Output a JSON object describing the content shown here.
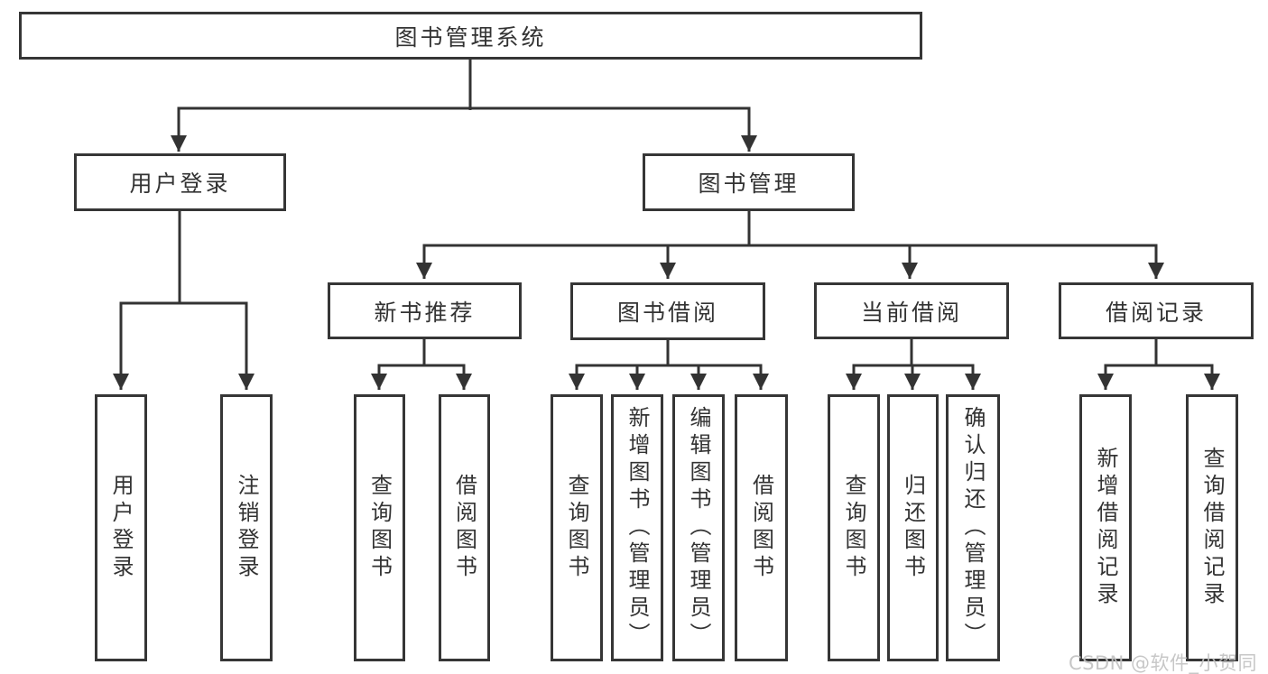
{
  "colors": {
    "line": "#333333",
    "box_border": "#363636",
    "box_fill": "#ffffff",
    "text": "#333333",
    "watermark": "#c3c3c3",
    "background": "#ffffff"
  },
  "watermark": {
    "text": "CSDN @软件_小贺同学"
  },
  "tree": {
    "label": "图书管理系统",
    "children": [
      {
        "label": "用户登录",
        "children": [
          {
            "label": "用户登录"
          },
          {
            "label": "注销登录"
          }
        ]
      },
      {
        "label": "图书管理",
        "children": [
          {
            "label": "新书推荐",
            "children": [
              {
                "label": "查询图书"
              },
              {
                "label": "借阅图书"
              }
            ]
          },
          {
            "label": "图书借阅",
            "children": [
              {
                "label": "查询图书"
              },
              {
                "label": "新增图书（管理员）"
              },
              {
                "label": "编辑图书（管理员）"
              },
              {
                "label": "借阅图书"
              }
            ]
          },
          {
            "label": "当前借阅",
            "children": [
              {
                "label": "查询图书"
              },
              {
                "label": "归还图书"
              },
              {
                "label": "确认归还（管理员）"
              }
            ]
          },
          {
            "label": "借阅记录",
            "children": [
              {
                "label": "新增借阅记录"
              },
              {
                "label": "查询借阅记录"
              }
            ]
          }
        ]
      }
    ]
  }
}
